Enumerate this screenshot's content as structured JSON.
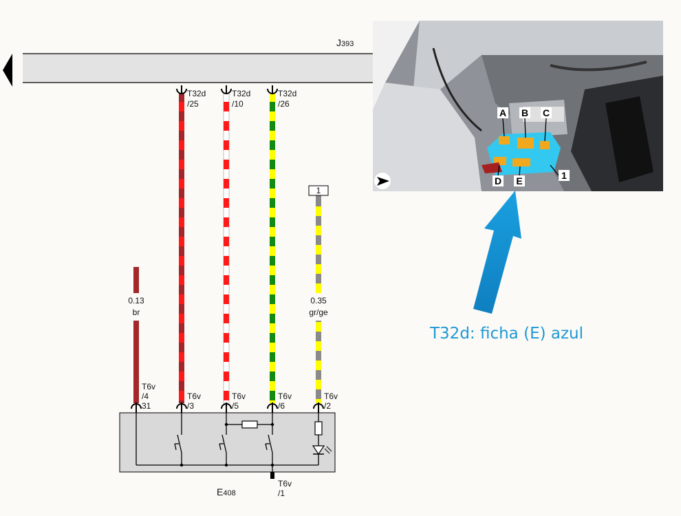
{
  "control_unit": {
    "name": "J",
    "sub": "393"
  },
  "switch_unit": {
    "name": "E",
    "sub": "408"
  },
  "connector_box_label": "1",
  "caption": "T32d: ficha (E) azul",
  "photo": {
    "labels": [
      "A",
      "B",
      "C",
      "D",
      "E",
      "1"
    ]
  },
  "wires": [
    {
      "id": "w1",
      "top_line1": "",
      "top_line2": "",
      "bottom_line1": "T6v",
      "bottom_line2": "/4",
      "bottom_line3": "31",
      "size": "0.13",
      "color_code": "br",
      "colors": [
        "#a3262a",
        "#a3262a"
      ]
    },
    {
      "id": "w2",
      "top_line1": "T32d",
      "top_line2": "/25",
      "bottom_line1": "T6v",
      "bottom_line2": "/3",
      "colors": [
        "#a3262a",
        "#ff1a1a"
      ]
    },
    {
      "id": "w3",
      "top_line1": "T32d",
      "top_line2": "/10",
      "bottom_line1": "T6v",
      "bottom_line2": "/5",
      "colors": [
        "#ffffff",
        "#ff1a1a"
      ]
    },
    {
      "id": "w4",
      "top_line1": "T32d",
      "top_line2": "/26",
      "bottom_line1": "T6v",
      "bottom_line2": "/6",
      "colors": [
        "#ffff00",
        "#138a13"
      ]
    },
    {
      "id": "w5",
      "top_line1": "",
      "top_line2": "",
      "bottom_line1": "T6v",
      "bottom_line2": "/2",
      "size": "0.35",
      "color_code": "gr/ge",
      "colors": [
        "#8a8a8a",
        "#ffff00"
      ]
    }
  ],
  "ground": {
    "line1": "T6v",
    "line2": "/1"
  },
  "colors": {
    "accent": "#1e98d6",
    "bar": "#e3e3e3",
    "box": "#d9d9d9"
  }
}
